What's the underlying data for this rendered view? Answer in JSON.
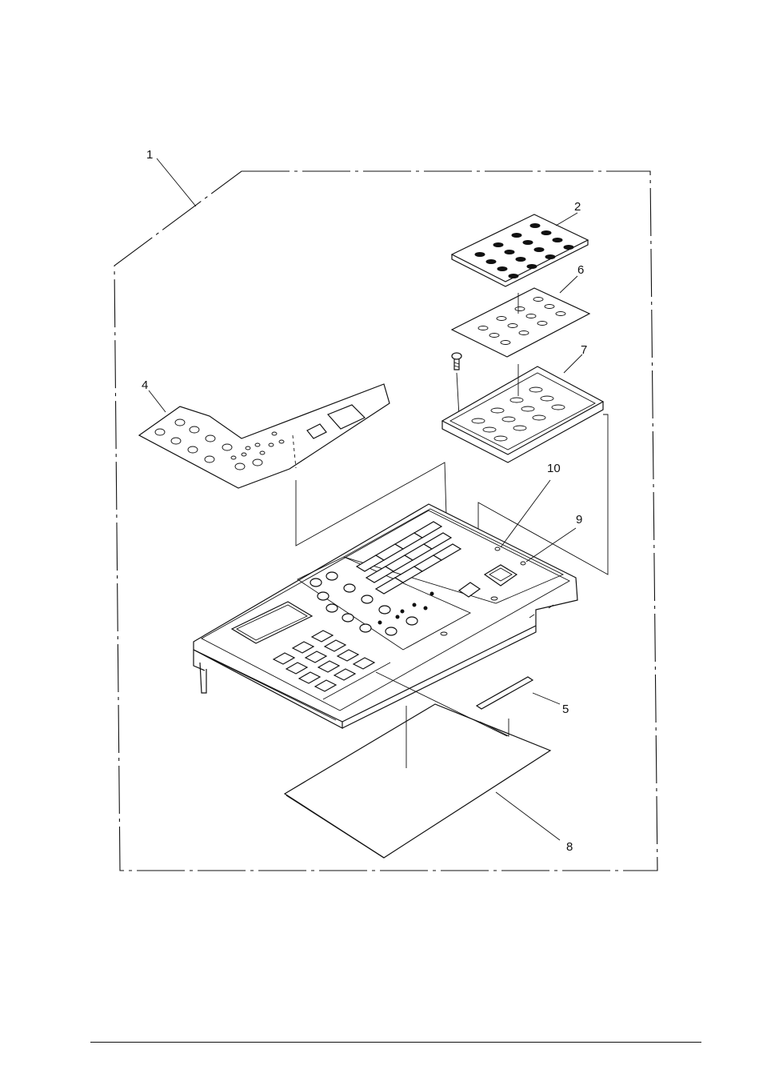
{
  "callouts": [
    {
      "id": "1",
      "text": "1"
    },
    {
      "id": "2",
      "text": "2"
    },
    {
      "id": "4",
      "text": "4"
    },
    {
      "id": "5",
      "text": "5"
    },
    {
      "id": "6",
      "text": "6"
    },
    {
      "id": "7",
      "text": "7"
    },
    {
      "id": "8",
      "text": "8"
    },
    {
      "id": "9",
      "text": "9"
    },
    {
      "id": "10",
      "text": "10"
    }
  ]
}
